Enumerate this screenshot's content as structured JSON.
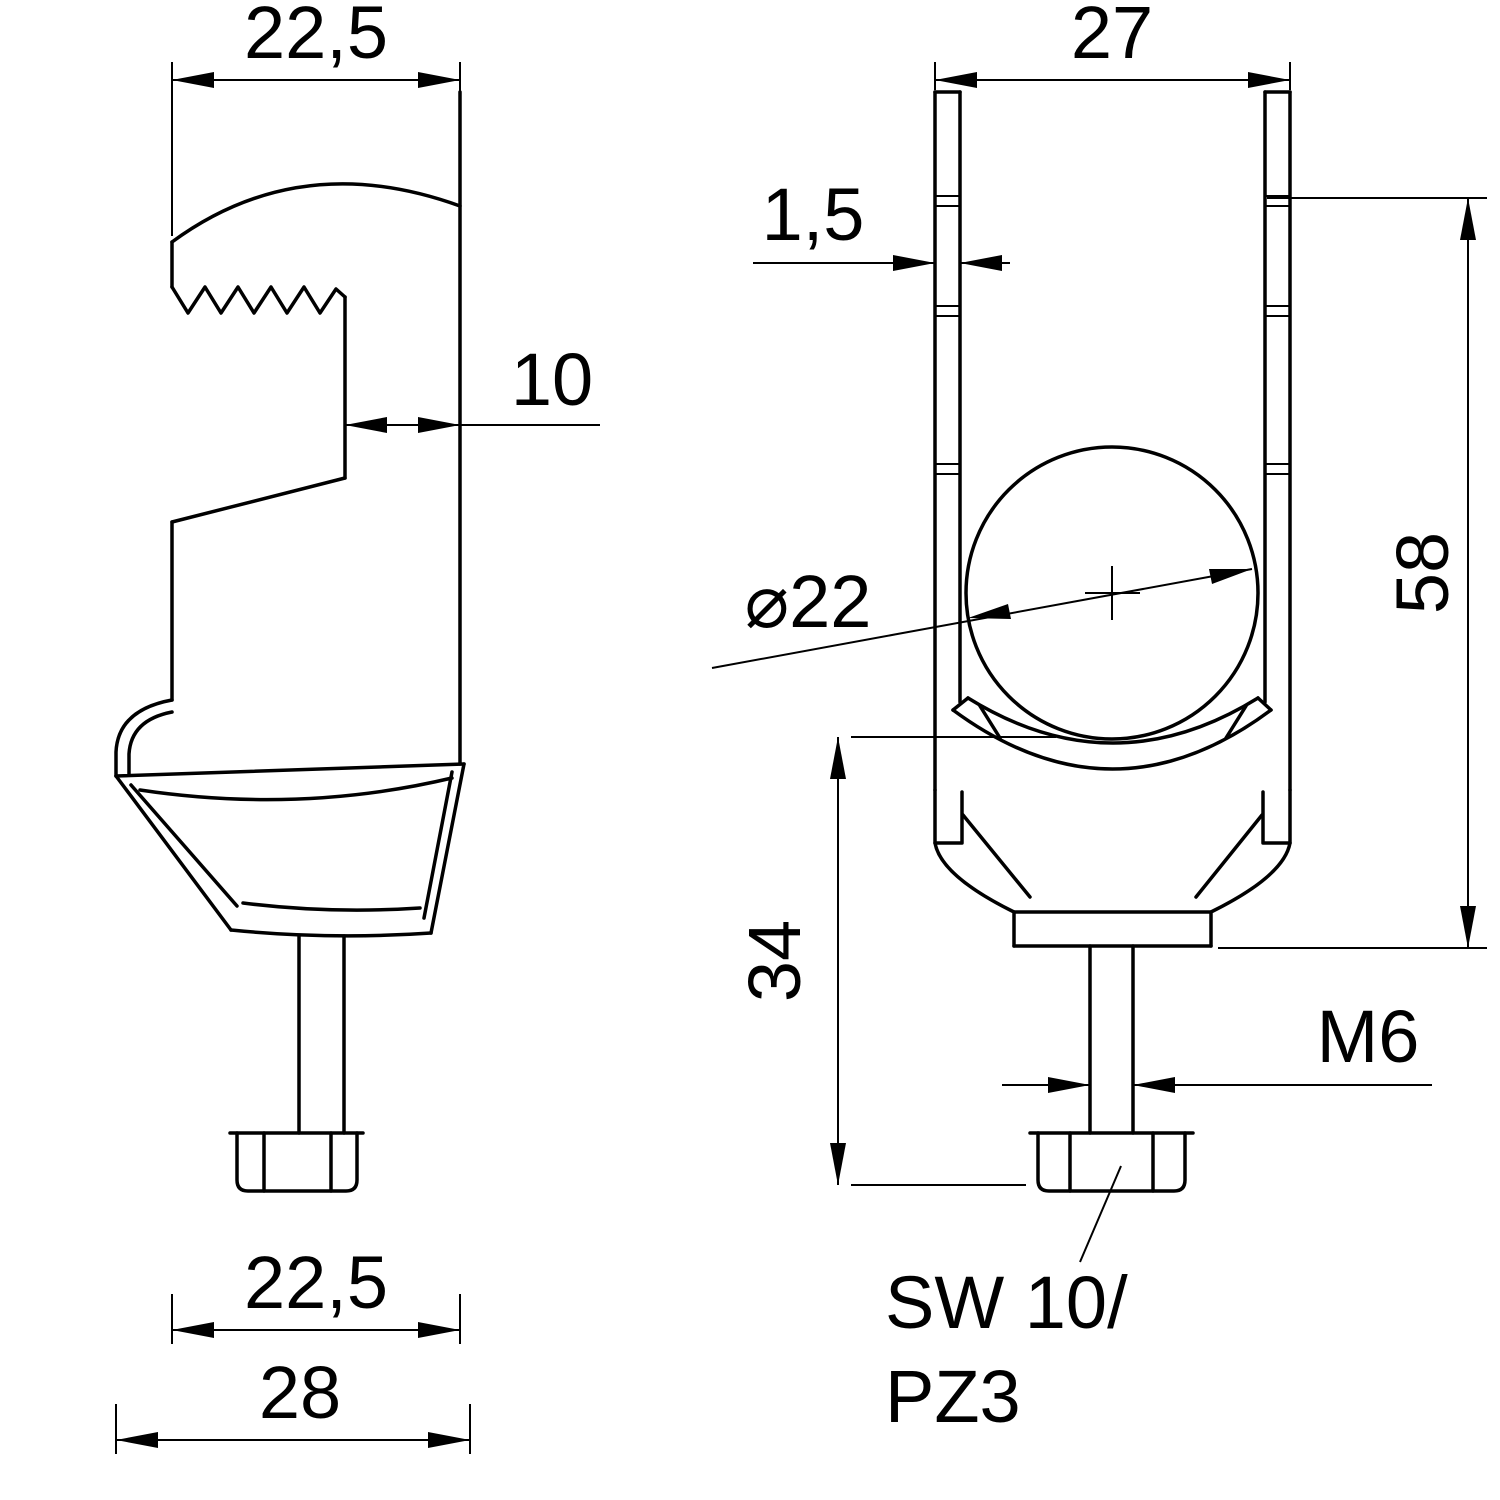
{
  "document": {
    "type": "technical-dimension-drawing",
    "subject": "cable-clamp-two-views",
    "background_color": "#ffffff",
    "line_color": "#000000"
  },
  "left_view": {
    "dims": {
      "top_width": "22,5",
      "notch_depth": "10",
      "strap_width": "22,5",
      "overall_width": "28"
    }
  },
  "right_view": {
    "dims": {
      "top_width": "27",
      "material_thickness": "1,5",
      "cable_diameter": "⌀22",
      "overall_height": "58",
      "clamping_height": "34",
      "thread_size": "M6",
      "drive_line1": "SW 10/",
      "drive_line2": "PZ3"
    }
  }
}
